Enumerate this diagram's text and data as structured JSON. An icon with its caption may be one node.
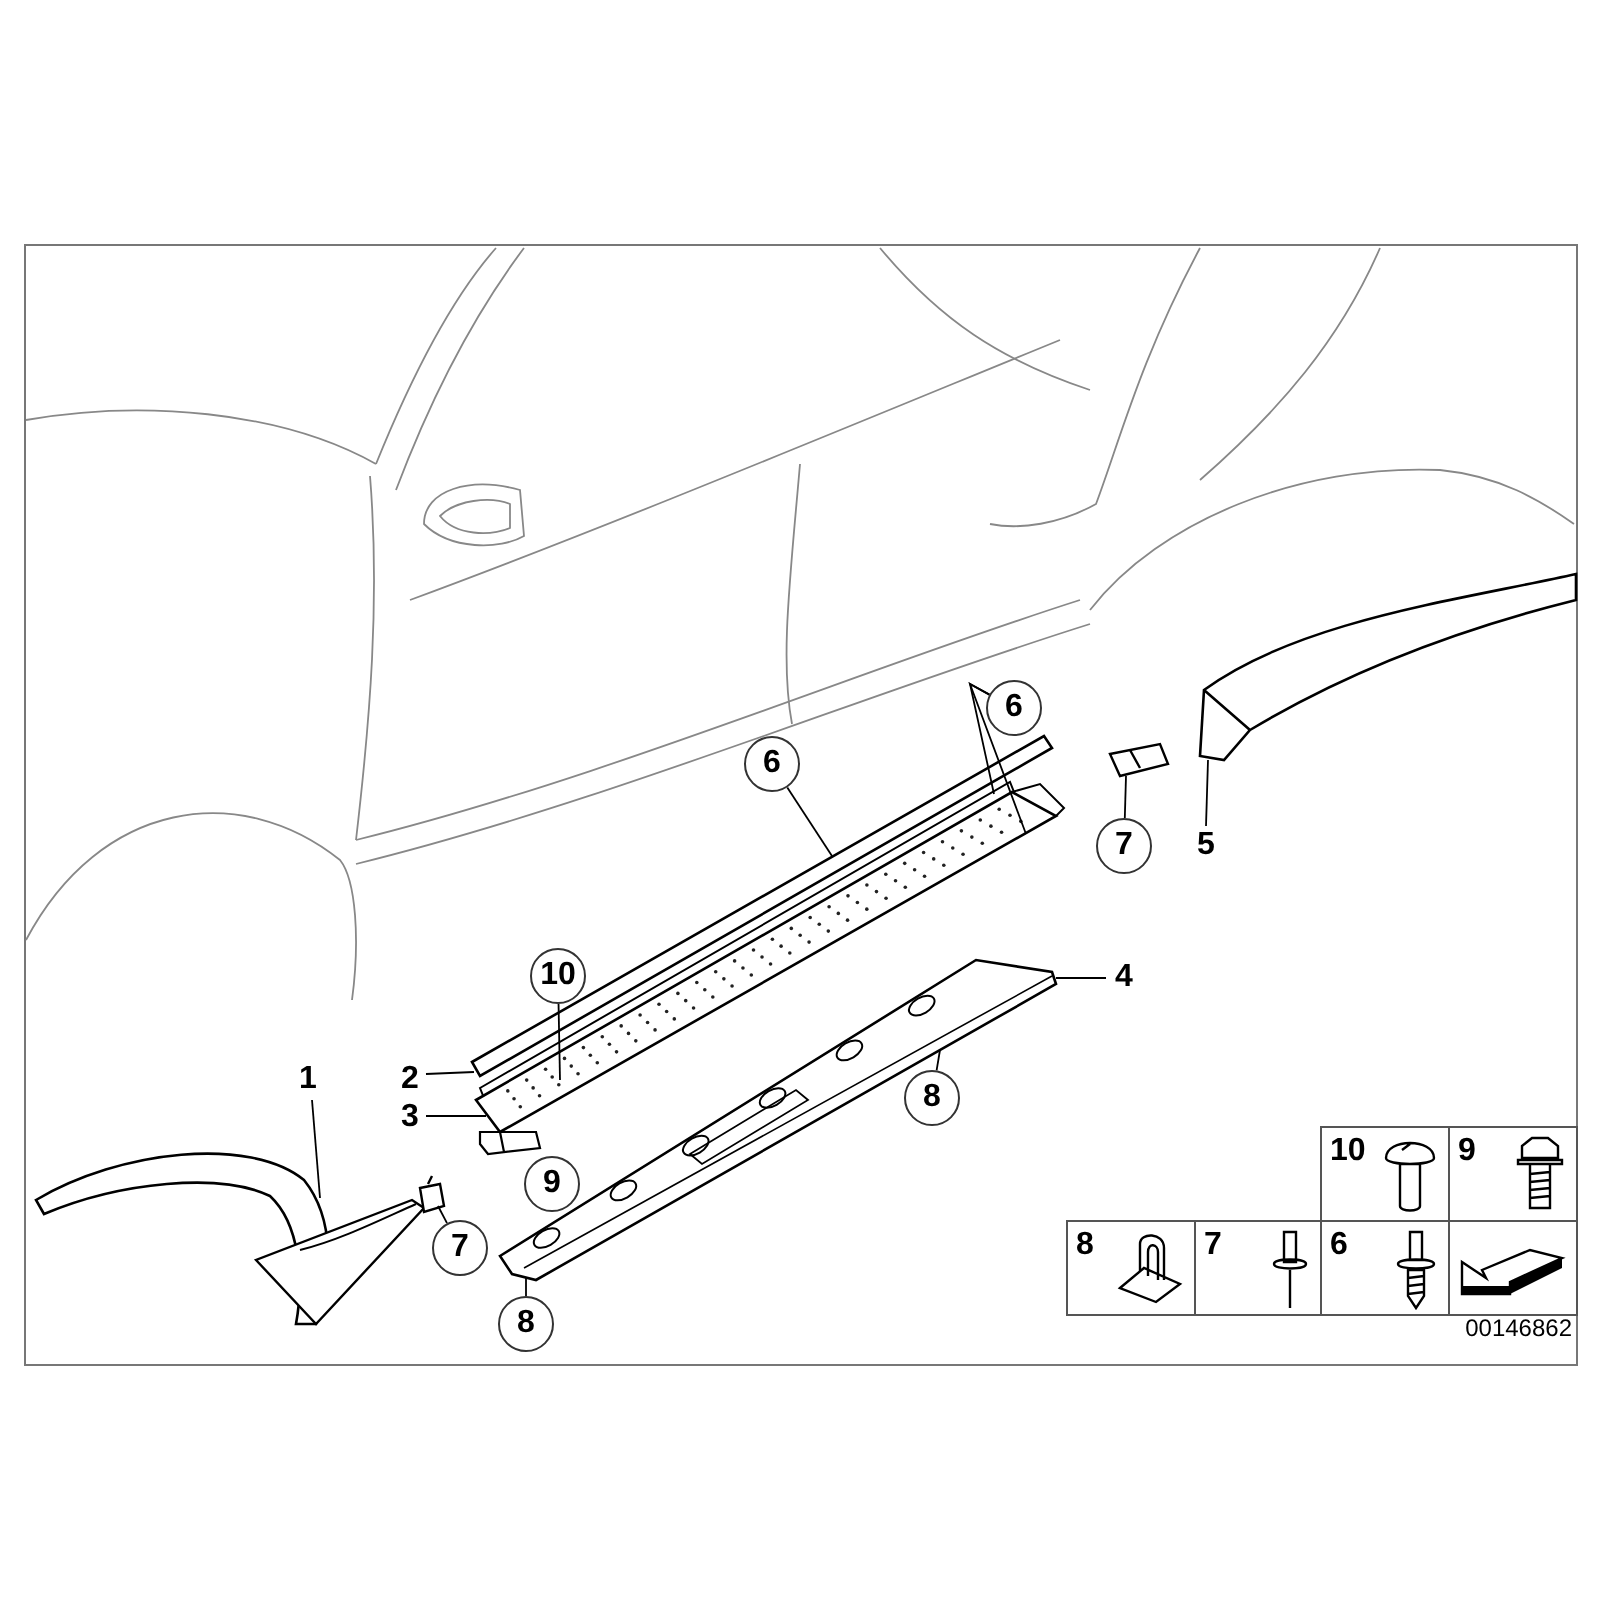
{
  "diagram": {
    "nodes": [
      {
        "text": [
          "1"
        ]
      },
      {
        "text": [
          "6"
        ]
      },
      {
        "text": [
          "6"
        ]
      },
      {
        "text": [
          "7"
        ]
      },
      {
        "text": [
          "5"
        ]
      },
      {
        "text": [
          "10"
        ]
      },
      {
        "text": [
          "4"
        ]
      },
      {
        "text": [
          "2"
        ]
      },
      {
        "text": [
          "3"
        ]
      },
      {
        "text": [
          "8"
        ]
      },
      {
        "text": [
          "9"
        ]
      },
      {
        "text": [
          "7"
        ]
      },
      {
        "text": [
          "8"
        ]
      },
      {
        "text": [],
        "shape": "picture"
      },
      {
        "text": [],
        "shape": "picture"
      },
      {
        "text": [],
        "shape": "picture"
      },
      {
        "text": [],
        "shape": "picture"
      },
      {
        "text": [],
        "shape": "picture"
      },
      {
        "text": [],
        "shape": "picture"
      },
      {
        "text": [],
        "shape": "picture"
      },
      {
        "text": [],
        "shape": "picture"
      },
      {
        "text": [],
        "shape": "picture"
      }
    ],
    "edges": [
      {
        "from": 0,
        "to": 13,
        "arrow": "none"
      },
      {
        "from": 1,
        "to": 15,
        "arrow": "none"
      },
      {
        "from": 2,
        "to": 16,
        "arrow": "none"
      },
      {
        "from": 2,
        "to": 17,
        "arrow": "none"
      },
      {
        "from": 3,
        "to": 21,
        "arrow": "none"
      },
      {
        "from": 4,
        "to": 20,
        "arrow": "none"
      },
      {
        "from": 5,
        "to": 17,
        "arrow": "none"
      },
      {
        "from": 6,
        "to": 19,
        "arrow": "none"
      },
      {
        "from": 7,
        "to": 15,
        "arrow": "none"
      },
      {
        "from": 8,
        "to": 17,
        "arrow": "none"
      },
      {
        "from": 9,
        "to": 19,
        "arrow": "none"
      },
      {
        "from": 11,
        "to": 14,
        "arrow": "none"
      },
      {
        "from": 12,
        "to": 19,
        "arrow": "none"
      }
    ],
    "labels": [
      "10",
      "9",
      "8",
      "7",
      "6",
      "00146862"
    ]
  }
}
